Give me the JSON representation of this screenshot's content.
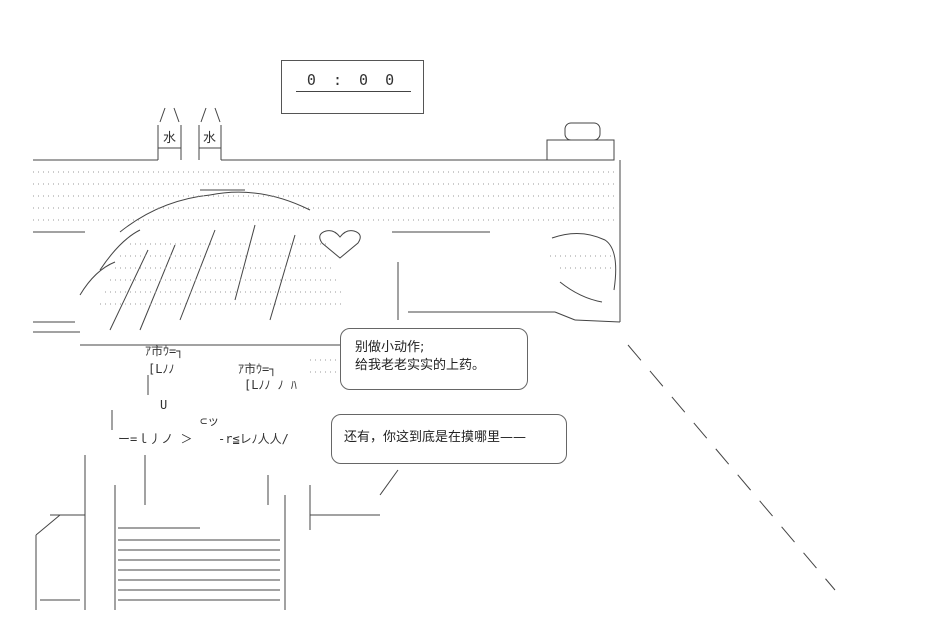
{
  "clock": {
    "time": "0 : 0 0"
  },
  "bottles": [
    {
      "label": "水"
    },
    {
      "label": "水"
    }
  ],
  "dialogue": [
    {
      "lines": [
        "别做小动作;",
        "给我老老实实的上药。"
      ]
    },
    {
      "lines": [
        "还有，你这到底是在摸哪里——"
      ]
    }
  ],
  "ascii_fragments": {
    "katakana_1": "ｱ市ｳ=┐",
    "katakana_2": "ｱ市ｳ=┐",
    "face_1": "[Lﾉﾉ",
    "face_2": "[Lﾉﾉ ﾉ ﾊ",
    "mouth": "ー=ｌ丿ノ ＞",
    "eq": "-r≦レﾉ人人/",
    "small_u": "U",
    "small_c": "⊂ッ",
    "tsu": "⊂ッ"
  },
  "colors": {
    "ink": "#333333",
    "background": "#ffffff"
  }
}
